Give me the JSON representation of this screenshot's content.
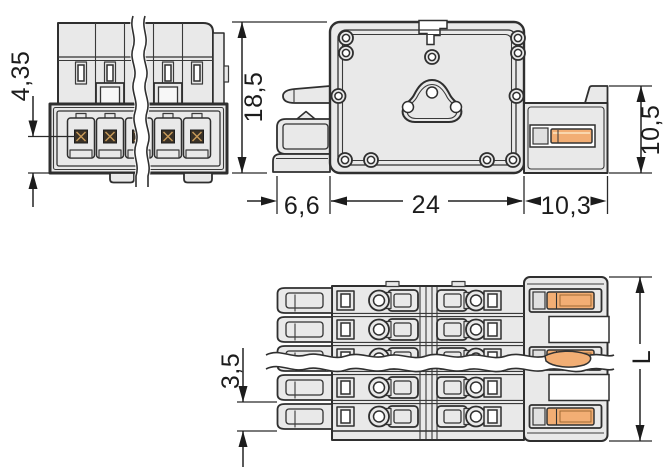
{
  "dims": {
    "contact_offset": "4,35",
    "height": "18,5",
    "plug_depth": "6,6",
    "body_width": "24",
    "latch_width": "10,3",
    "right_height": "10,5",
    "pitch": "3,5",
    "length": "L"
  },
  "colors": {
    "body": "#e9e9e9",
    "outline": "#2f2f2f",
    "accent_orange": "#f2ae74",
    "hole_white": "#ffffff",
    "background": "#ffffff"
  }
}
